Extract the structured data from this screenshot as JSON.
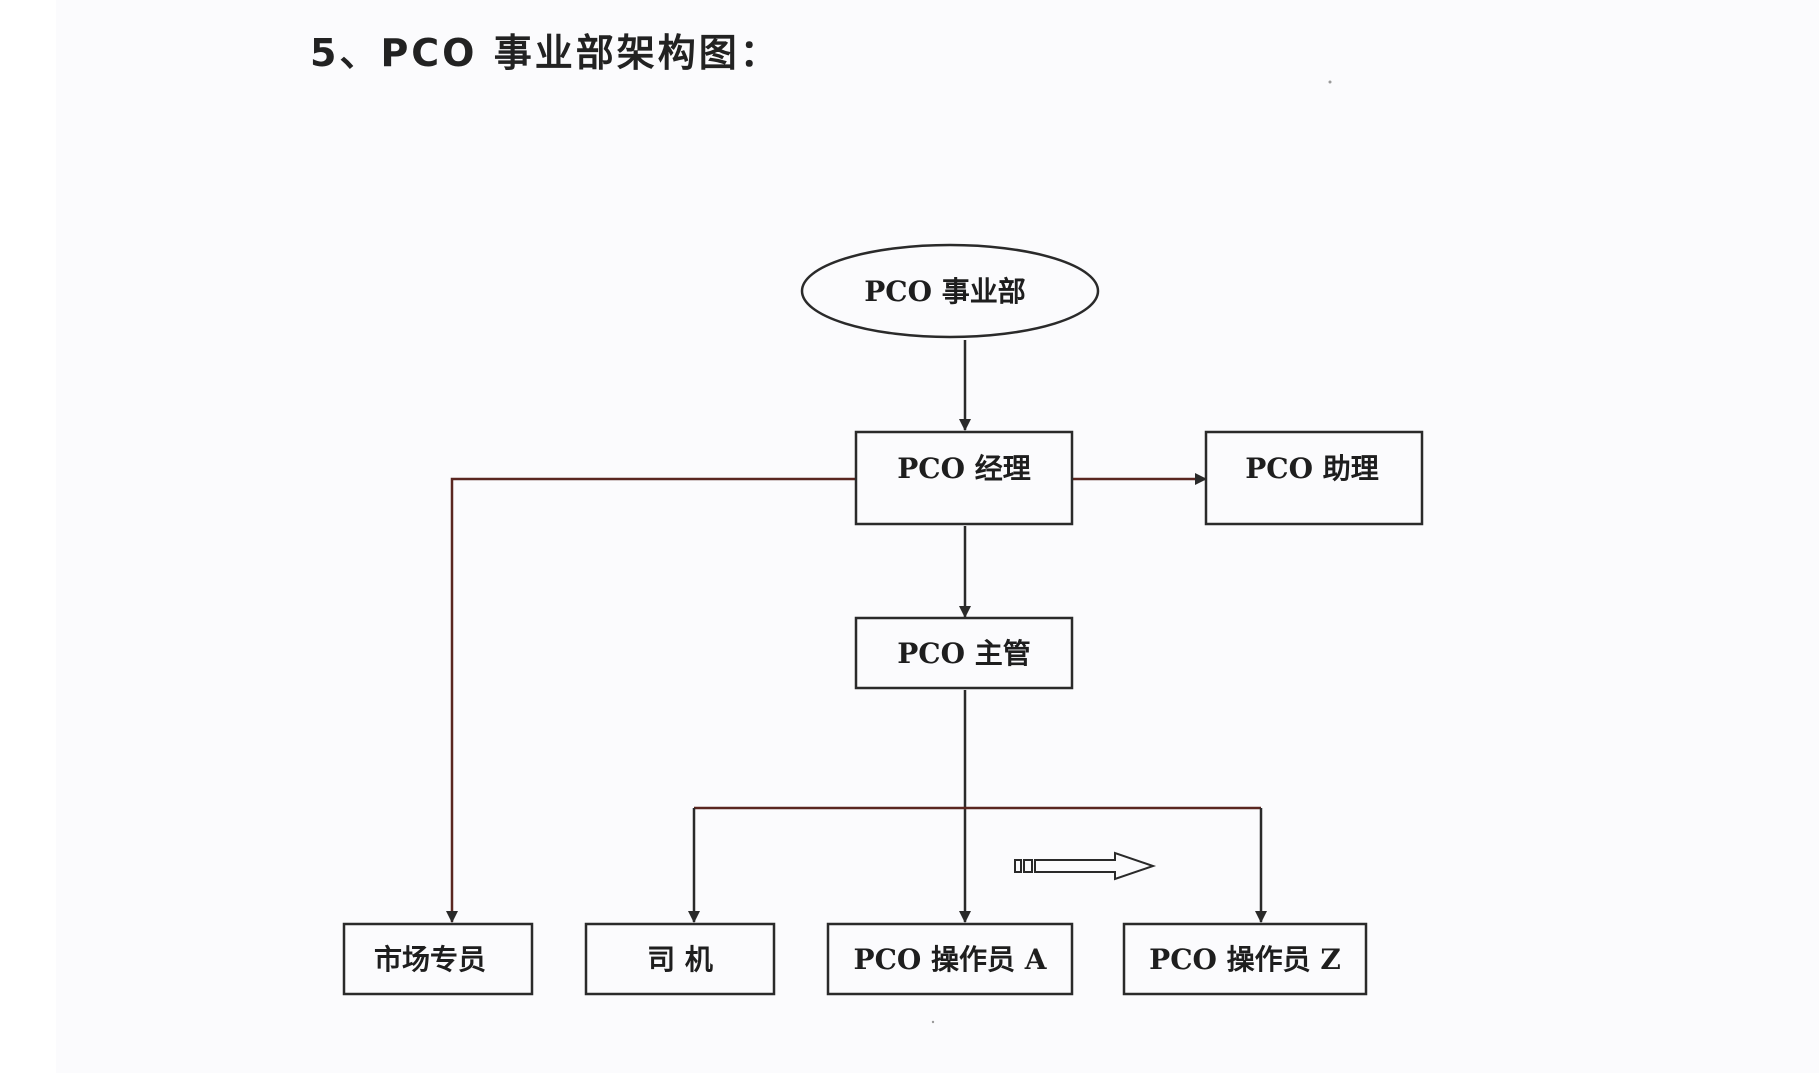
{
  "document": {
    "title": "5、PCO 事业部架构图："
  },
  "org_chart": {
    "root": "PCO 事业部",
    "manager": "PCO 经理",
    "assistant": "PCO 助理",
    "supervisor": "PCO 主管",
    "staff": {
      "marketing": "市场专员",
      "driver": "司 机",
      "operator_a": "PCO 操作员 A",
      "operator_z": "PCO 操作员 Z"
    }
  },
  "colors": {
    "line": "#5a2620",
    "box_border": "#2a2a2a",
    "text": "#1e1e1e",
    "paper": "#fbfbfd"
  }
}
